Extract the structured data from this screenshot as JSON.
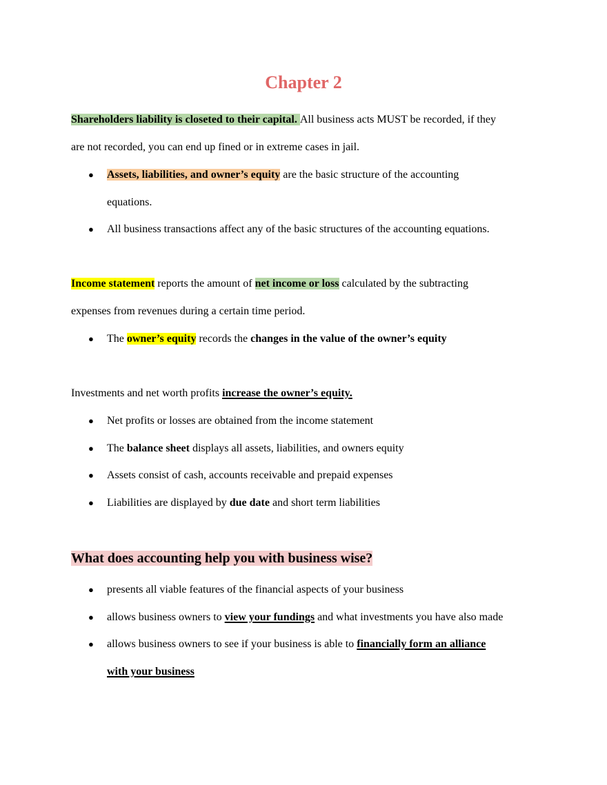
{
  "document": {
    "title": "Chapter 2",
    "title_color": "#e06666",
    "highlight_colors": {
      "green": "#b6d7a8",
      "orange": "#f9cb9c",
      "yellow": "#ffff00",
      "pink": "#f4cccc"
    },
    "section1": {
      "p1_highlight": "Shareholders liability is closeted to their capital. ",
      "p1_rest_line1": "All business acts MUST be recorded, if they",
      "p1_line2": "are not recorded, you can end up fined or in extreme cases in jail.",
      "bullets": [
        {
          "highlight": "Assets, liabilities, and owner’s equity",
          "rest_line1": " are the basic structure of the accounting",
          "line2": "equations."
        },
        {
          "text": "All business transactions affect any of the basic structures of the accounting equations."
        }
      ]
    },
    "section2": {
      "p_highlight1": "Income statement",
      "p_text1": " reports the amount of ",
      "p_highlight2": "net income or loss",
      "p_text2": " calculated by the subtracting",
      "p_line2": "expenses from revenues during a certain time period.",
      "bullet": {
        "prefix": "The ",
        "highlight": "owner’s equity",
        "middle": " records the ",
        "bold": "changes in the value of the owner’s equity"
      }
    },
    "section3": {
      "p_text": "Investments and net worth profits ",
      "p_bold_underline": "increase the owner’s equity.",
      "bullets": [
        {
          "text": "Net profits or losses are obtained from the income statement"
        },
        {
          "prefix": "The ",
          "bold": "balance sheet",
          "suffix": " displays all assets, liabilities, and owners equity"
        },
        {
          "text": "Assets consist of cash, accounts receivable and prepaid expenses"
        },
        {
          "prefix": "Liabilities are displayed by ",
          "bold": "due date",
          "suffix": " and short term liabilities"
        }
      ]
    },
    "section4": {
      "heading": "What does accounting help you with business wise?",
      "bullets": [
        {
          "text": "presents all viable features of the financial aspects of your business"
        },
        {
          "prefix": "allows business owners to ",
          "bold_underline": "view your fundings",
          "suffix": " and what investments you have also made"
        },
        {
          "prefix": "allows business owners to see if your business is able to ",
          "bold_underline_line1": "financially form an alliance",
          "bold_underline_line2": "with your business"
        }
      ]
    },
    "bullet_glyph": "●"
  }
}
